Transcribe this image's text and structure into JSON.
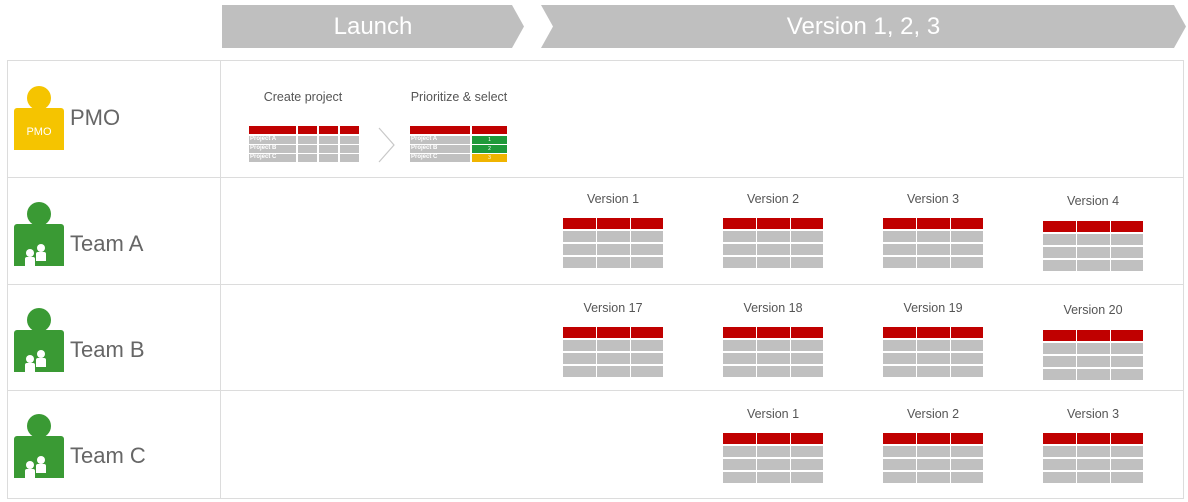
{
  "phases": [
    {
      "label": "Launch"
    },
    {
      "label": "Version 1, 2, 3"
    }
  ],
  "colors": {
    "banner": "#bfbfbf",
    "header": "#c00000",
    "cell": "#c0c0c0",
    "pmo": "#f5c400",
    "team": "#3a9a34",
    "priority_green": "#1e9a3a",
    "priority_yellow": "#f0b400"
  },
  "roles": [
    {
      "label": "PMO",
      "badge": "PMO"
    },
    {
      "label": "Team A"
    },
    {
      "label": "Team B"
    },
    {
      "label": "Team C"
    }
  ],
  "pmo": {
    "create_caption": "Create project",
    "prioritize_caption": "Prioritize & select",
    "projects": [
      "Project A",
      "Project B",
      "Project C"
    ],
    "priorities": [
      "1",
      "2",
      "3"
    ]
  },
  "teams": {
    "team_a": [
      "Version 1",
      "Version 2",
      "Version 3",
      "Version 4"
    ],
    "team_b": [
      "Version 17",
      "Version 18",
      "Version 19",
      "Version 20"
    ],
    "team_c": [
      "Version 1",
      "Version 2",
      "Version 3"
    ]
  }
}
